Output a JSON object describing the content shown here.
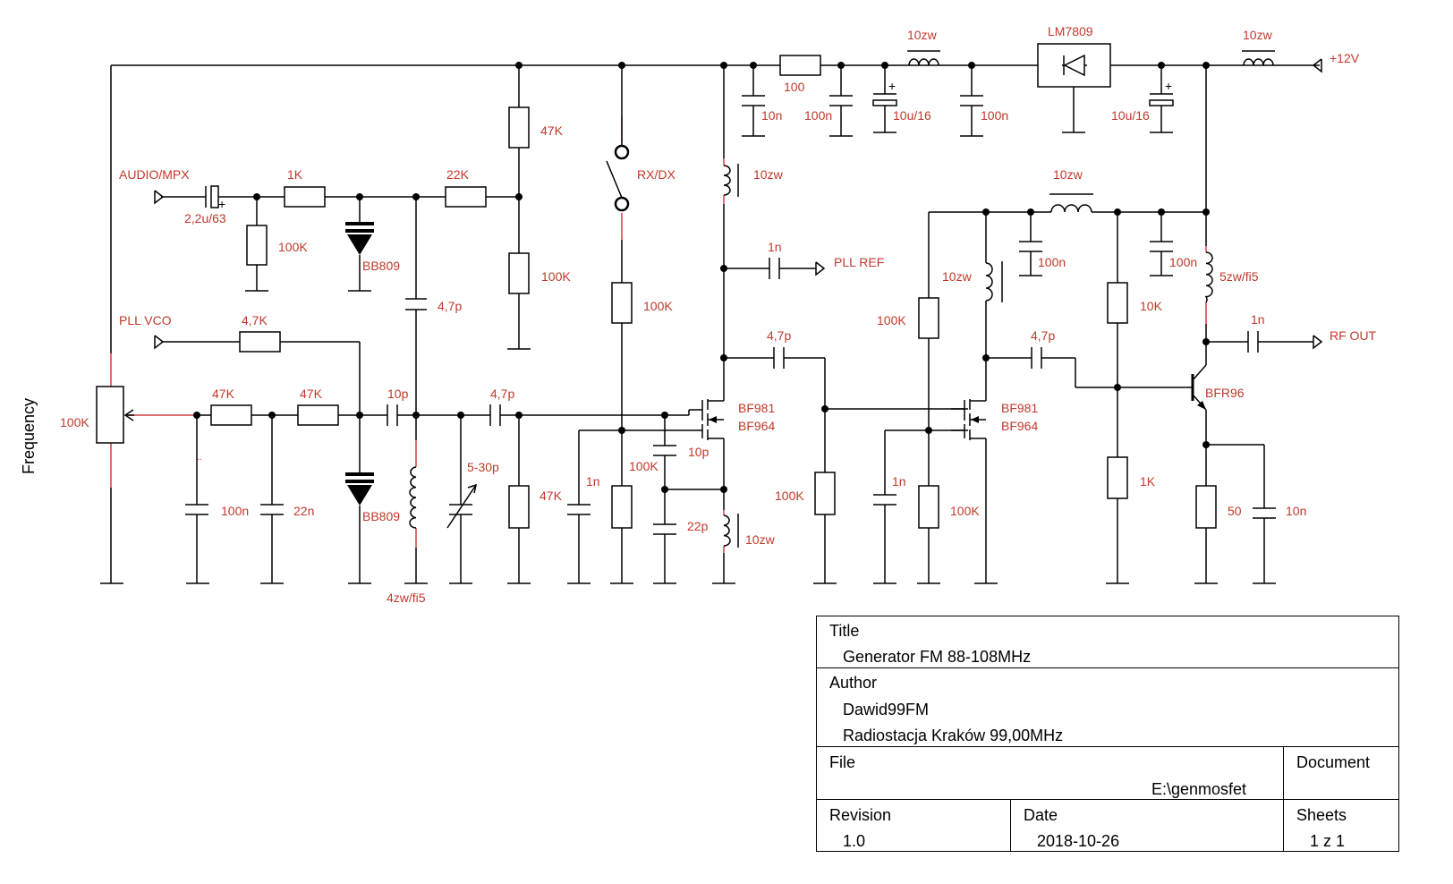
{
  "labels": {
    "side_label": "Frequency",
    "audio_in": "AUDIO/MPX",
    "pll_vco": "PLL VCO",
    "pll_ref": "PLL REF",
    "rf_out": "RF OUT",
    "supply": "+12V",
    "rx_dx": "RX/DX",
    "regulator": "LM7809",
    "c_audio": "2,2u/63",
    "r_1k_audio": "1K",
    "r_22k": "22K",
    "r_47k_top": "47K",
    "r_100k_div": "100K",
    "r_100k_audio": "100K",
    "d_top": "BB809",
    "d_bottom": "BB809",
    "c_47p_var": "4,7p",
    "r_47k_vco": "4,7K",
    "pot": "100K",
    "r_47k_a": "47K",
    "r_47k_b": "47K",
    "c_10p": "10p",
    "c_47p_g": "4,7p",
    "c_100n_f": "100n",
    "c_22n": "22n",
    "l_4zw": "4zw/fi5",
    "c_trim": "5-30p",
    "r_47k_g": "47K",
    "c_1n_g": "1n",
    "r_100k_rx": "100K",
    "r_100k_g2": "100K",
    "c_10p_fb": "10p",
    "c_22p": "22p",
    "l_src": "10zw",
    "q1_a": "BF981",
    "q1_b": "BF964",
    "l_drain": "10zw",
    "c_1n_ref": "1n",
    "c_47p_out": "4,7p",
    "r_100k_g1b": "100K",
    "r_100": "100",
    "c_10n_sup": "10n",
    "c_100n_s1": "100n",
    "l_sup1": "10zw",
    "c_10u_1": "10u/16",
    "c_100n_s2": "100n",
    "c_10u_2": "10u/16",
    "l_sup2": "10zw",
    "r_100k_q2": "100K",
    "l_q2": "10zw",
    "c_1n_q2": "1n",
    "r_100k_q2b": "100K",
    "q2_a": "BF981",
    "q2_b": "BF964",
    "c_47p_q3": "4,7p",
    "l_top_q2": "10zw",
    "c_100n_q2": "100n",
    "c_100n_q3": "100n",
    "r_10k": "10K",
    "r_1k_q3": "1K",
    "l_5zw": "5zw/fi5",
    "c_1n_out": "1n",
    "q3": "BFR96",
    "r_50": "50",
    "c_10n_e": "10n",
    "dots": ".."
  },
  "title_block": {
    "title_label": "Title",
    "title": "Generator FM 88-108MHz",
    "author_label": "Author",
    "author": "Dawid99FM",
    "station": "Radiostacja Kraków 99,00MHz",
    "file_label": "File",
    "file": "E:\\genmosfet",
    "document_label": "Document",
    "revision_label": "Revision",
    "revision": "1.0",
    "date_label": "Date",
    "date": "2018-10-26",
    "sheets_label": "Sheets",
    "sheets": "1 z 1"
  }
}
